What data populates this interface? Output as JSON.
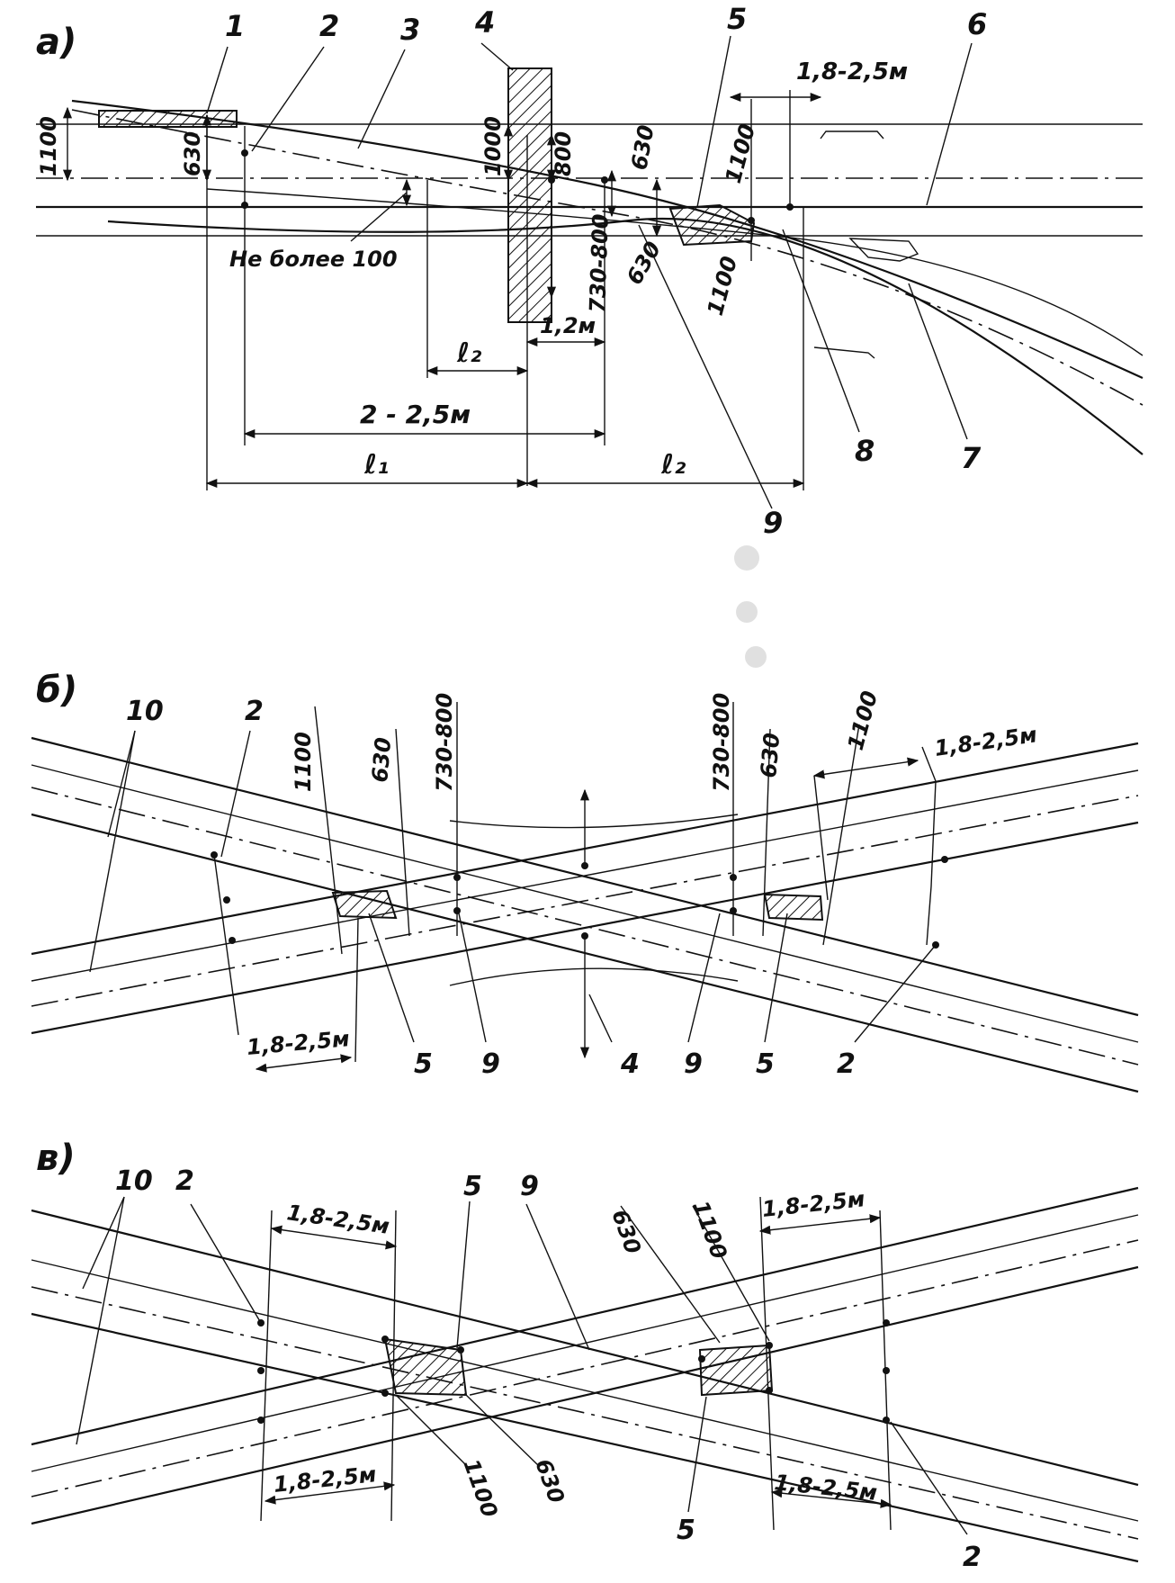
{
  "panels": {
    "a": {
      "label": "а)",
      "numbers": [
        "1",
        "2",
        "3",
        "4",
        "5",
        "6",
        "7",
        "8",
        "9"
      ],
      "dims": {
        "d1100_left": "1100",
        "d630_left": "630",
        "d1000": "1000",
        "d800": "800",
        "d630_top": "630",
        "d1100_top": "1100",
        "d730_800": "730-800",
        "d630_mid": "630",
        "d1100_mid": "1100",
        "top_gap": "1,8-2,5м",
        "not_more": "Не более 100",
        "l2_a": "ℓ₂",
        "m12": "1,2м",
        "m2_25": "2 - 2,5м",
        "l1": "ℓ₁",
        "l2_b": "ℓ₂"
      }
    },
    "b": {
      "label": "б)",
      "numbers": [
        "10",
        "2",
        "5",
        "9",
        "4",
        "9",
        "5",
        "2"
      ],
      "dims": {
        "d1100_l": "1100",
        "d630_l": "630",
        "d730_800_l": "730-800",
        "d730_800_r": "730-800",
        "d630_r": "630",
        "d1100_r": "1100",
        "gap_r": "1,8-2,5м",
        "gap_l": "1,8-2,5м"
      }
    },
    "c": {
      "label": "в)",
      "numbers": [
        "10",
        "2",
        "5",
        "9",
        "5",
        "2"
      ],
      "dims": {
        "gap_tl": "1,8-2,5м",
        "gap_tr": "1,8-2,5м",
        "gap_bl": "1,8-2,5м",
        "gap_br": "1,8-2,5м",
        "d630_t": "630",
        "d1100_t": "1100",
        "d1100_b": "1100",
        "d630_b": "630"
      }
    }
  }
}
